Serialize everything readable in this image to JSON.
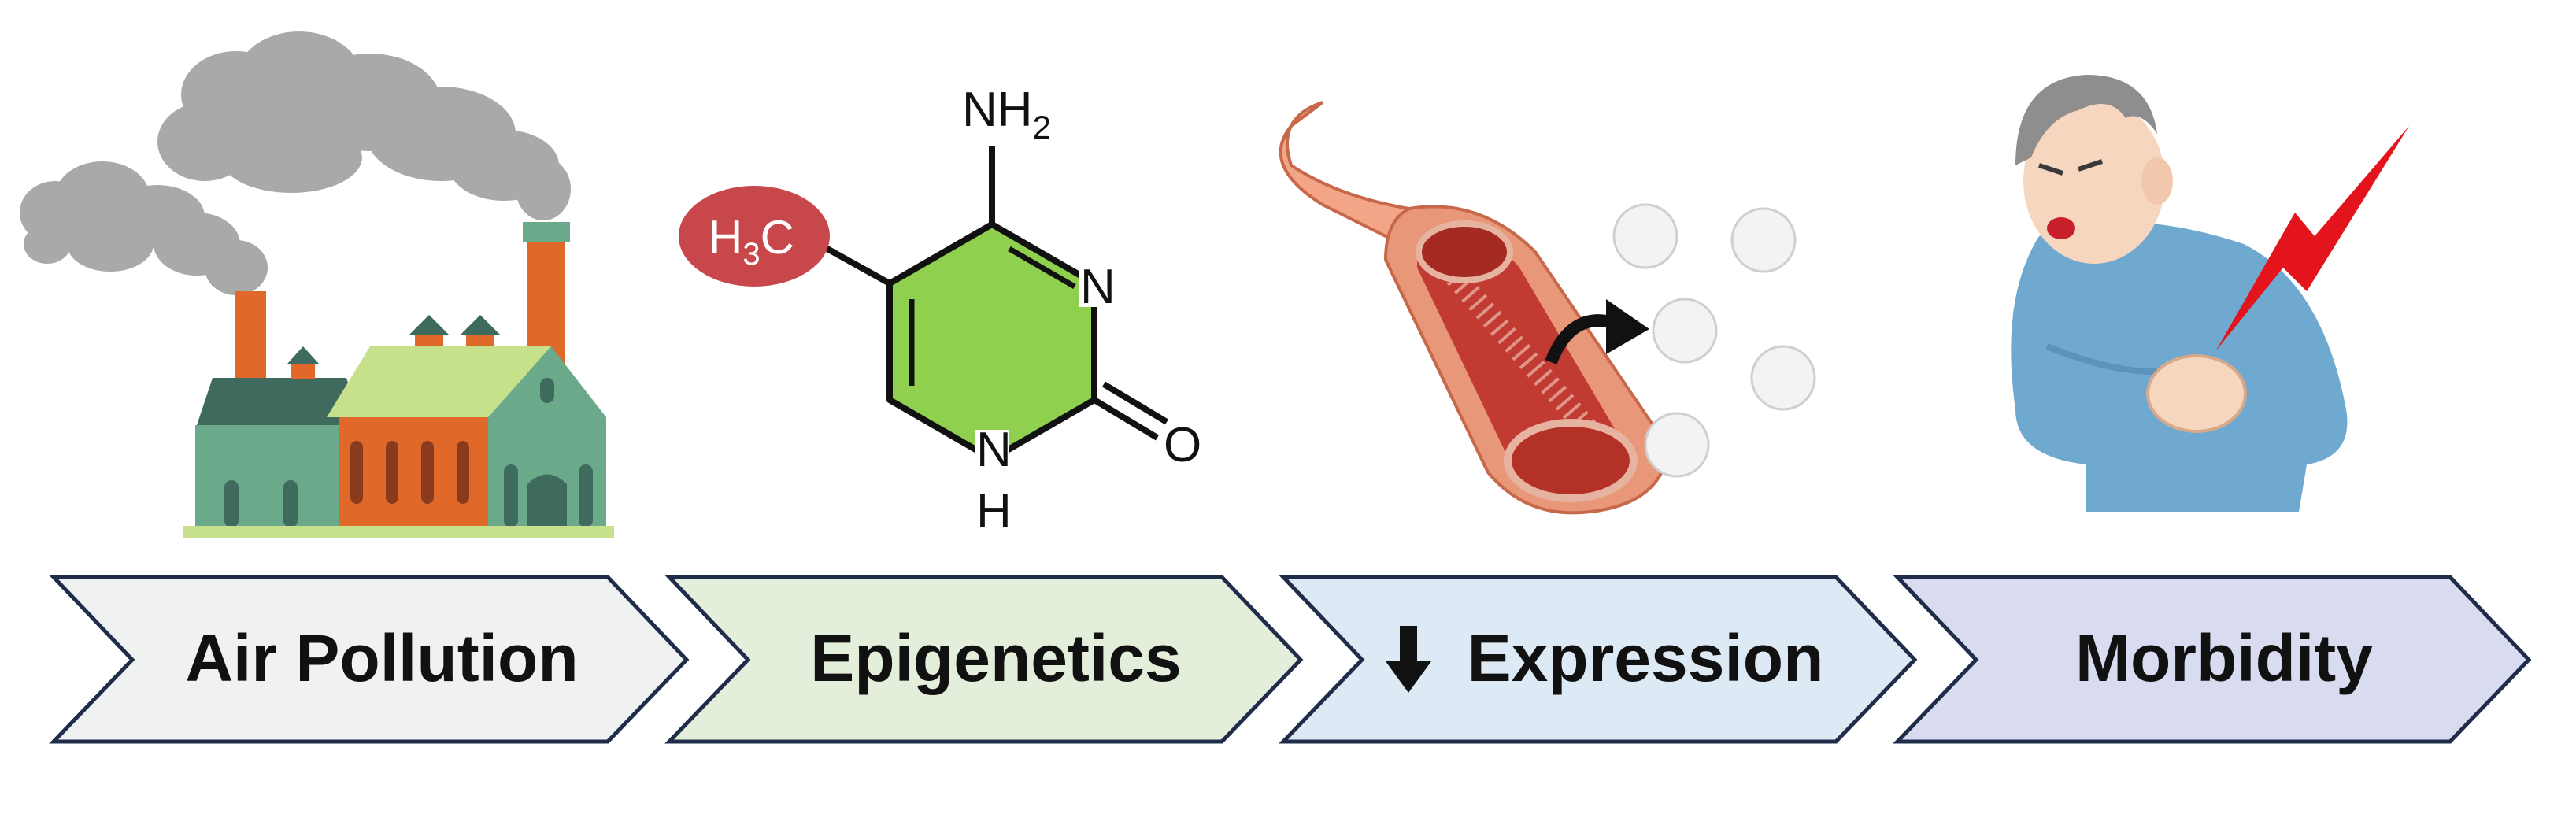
{
  "steps": [
    {
      "label": "Air Pollution",
      "fill": "#f0f1f1",
      "icon": "factory-icon"
    },
    {
      "label": "Epigenetics",
      "fill": "#e3eedb",
      "icon": "methylcytosine-icon"
    },
    {
      "label": "Expression",
      "prefix_icon": "down-arrow-icon",
      "fill": "#dde9f4",
      "icon": "blood-vessel-icon"
    },
    {
      "label": "Morbidity",
      "fill": "#d9dbf1",
      "icon": "sick-man-icon"
    }
  ],
  "chem": {
    "methyl_h": "H",
    "methyl_sub": "3",
    "methyl_c": "C",
    "amine_nh": "NH",
    "amine_sub": "2",
    "ring_n": "N",
    "ring_nh_n": "N",
    "ring_nh_h": "H",
    "carbonyl_o": "O"
  },
  "colors": {
    "chevron_stroke": "#1f2d4a",
    "methyl_red": "#c8474b",
    "ring_green": "#8fd14f",
    "smoke_gray": "#a6a9a8",
    "chimney_orange": "#e0692a",
    "building_green": "#6aa98a",
    "roof_lime": "#c6e08c",
    "vessel_red": "#c23b32",
    "shirt_blue": "#6fa9cf",
    "lightning_red": "#e3141b"
  }
}
